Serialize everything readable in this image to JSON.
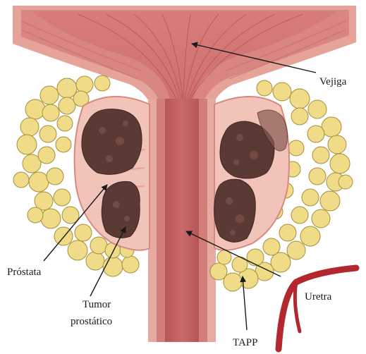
{
  "labels": {
    "bladder": "Vejiga",
    "prostate": "Próstata",
    "tumor_line1": "Tumor",
    "tumor_line2": "prostático",
    "urethra": "Uretra",
    "tapp": "TAPP"
  },
  "colors": {
    "tissue": "#c76462",
    "tissue_dark": "#9e3e40",
    "lumen": "#b34e50",
    "wall_light": "#f0b8ae",
    "prostate_fill": "#f2c3b8",
    "fat": "#f0dc88",
    "fat_edge": "#a4903c",
    "tumor": "#5a3a33",
    "tumor_light": "#8a5a52",
    "vessel": "#b2282e",
    "arrow": "#1a1a1a"
  }
}
